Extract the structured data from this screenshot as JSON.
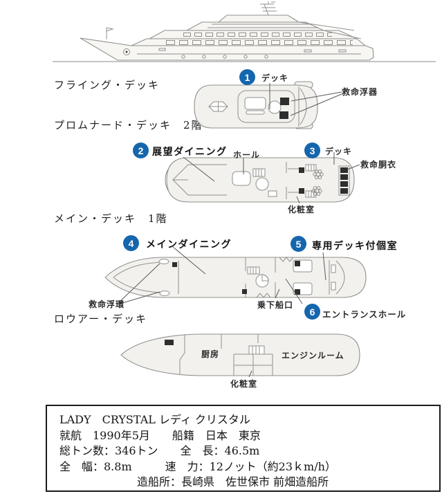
{
  "document": {
    "type": "ship-deck-plan-diagram",
    "ship_name": "LADY CRYSTAL"
  },
  "colors": {
    "badge_blue": "#1566ac",
    "deck_fill": "#f2f1ed",
    "deck_stroke": "#8f8f8c",
    "leader_line": "#5a5a5a",
    "detail_black": "#2e2e2e"
  },
  "deck_sections": {
    "flying": {
      "title": "フライング・デッキ"
    },
    "promenade": {
      "title": "プロムナード・デッキ　2階"
    },
    "main": {
      "title": "メイン・デッキ　1階"
    },
    "lower": {
      "title": "ロウアー・デッキ"
    }
  },
  "badges": [
    {
      "num": "1",
      "label": "デッキ"
    },
    {
      "num": "2",
      "label": "展望ダイニング"
    },
    {
      "num": "3",
      "label": "デッキ"
    },
    {
      "num": "4",
      "label": "メインダイニング"
    },
    {
      "num": "5",
      "label": "専用デッキ付個室"
    },
    {
      "num": "6",
      "label": "エントランスホール"
    }
  ],
  "labels": {
    "flying_life_float": "救命浮器",
    "prom_hall": "ホール",
    "prom_life_jacket": "救命胴衣",
    "prom_restroom": "化粧室",
    "main_life_ring": "救命浮環",
    "main_boarding": "乗下船口",
    "lower_galley": "厨房",
    "lower_engine_room": "エンジンルーム",
    "lower_restroom": "化粧室"
  },
  "spec_box": {
    "line1": "LADY　CRYSTAL レディ クリスタル",
    "line2": "就航　1990年5月　　船籍　日本　東京",
    "line3": "総トン数：346トン　　全　長：46.5m",
    "line4": "全　幅：8.8m　　　速　力：12ノット（約23ｋm/h）",
    "line5": "　　　　　　　造船所：長崎県　佐世保市 前畑造船所"
  }
}
